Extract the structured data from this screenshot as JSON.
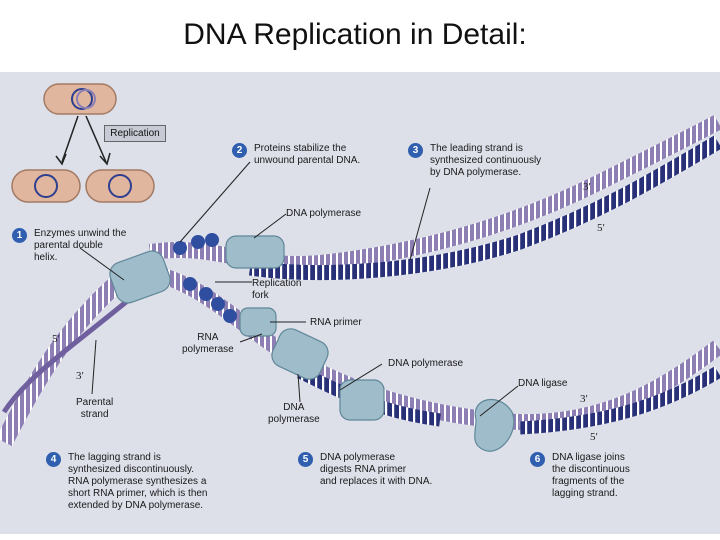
{
  "title": "DNA Replication in Detail:",
  "replication_label": "Replication",
  "steps": [
    {
      "num": "1",
      "text": "Enzymes unwind the\nparental double\nhelix."
    },
    {
      "num": "2",
      "text": "Proteins stabilize the\nunwound parental DNA."
    },
    {
      "num": "3",
      "text": "The leading strand is\nsynthesized continuously\nby DNA polymerase."
    },
    {
      "num": "4",
      "text": "The lagging strand is\nsynthesized discontinuously.\nRNA polymerase synthesizes a\nshort RNA primer, which is then\nextended by DNA polymerase."
    },
    {
      "num": "5",
      "text": "DNA polymerase\ndigests RNA primer\nand replaces it with DNA."
    },
    {
      "num": "6",
      "text": "DNA ligase joins\nthe discontinuous\nfragments of the\nlagging strand."
    }
  ],
  "labels": {
    "dna_polymerase_top": "DNA polymerase",
    "replication_fork": "Replication\nfork",
    "rna_primer": "RNA primer",
    "rna_polymerase": "RNA\npolymerase",
    "dna_polymerase_mid": "DNA polymerase",
    "dna_polymerase_low": "DNA\npolymerase",
    "dna_ligase": "DNA ligase",
    "parental_strand": "Parental\nstrand"
  },
  "ends": {
    "top_3": "3′",
    "top_5": "5′",
    "left_5": "5′",
    "left_3": "3′",
    "bottom_3": "3′",
    "bottom_5": "5′"
  },
  "colors": {
    "panel_bg": "#dde0e9",
    "parental_strand": "#8d7fb3",
    "leading_strand": "#283178",
    "protein": "#9fbccb",
    "ssb": "#2f4ea0",
    "cell": "#e0b79e",
    "badge": "#2f5fae"
  }
}
